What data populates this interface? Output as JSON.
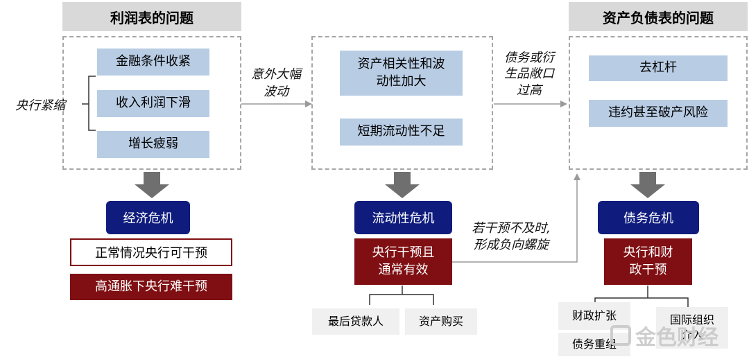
{
  "headers": {
    "income": "利润表的问题",
    "balance": "资产负债表的问题"
  },
  "income_box": {
    "items": [
      "金融条件收紧",
      "收入利润下滑",
      "增长疲弱"
    ],
    "side_label": "央行紧缩"
  },
  "arrow_labels": {
    "volatility": "意外大幅\n波动",
    "debt": "债务或衍\n生品敞口\n过高",
    "spiral": "若干预不及时,\n形成负向螺旋"
  },
  "middle_box": {
    "items": [
      "资产相关性和波\n动性加大",
      "短期流动性不足"
    ]
  },
  "balance_box": {
    "items": [
      "去杠杆",
      "违约甚至破产风险"
    ]
  },
  "crises": {
    "economic": {
      "title": "经济危机",
      "normal": "正常情况央行可干预",
      "inflation": "高通胀下央行难干预"
    },
    "liquidity": {
      "title": "流动性危机",
      "intervention": "央行干预且\n通常有效",
      "tools": [
        "最后贷款人",
        "资产购买"
      ]
    },
    "debt": {
      "title": "债务危机",
      "intervention": "央行和财\n政干预",
      "tools": [
        "财政扩张",
        "国际组织\n介入",
        "债务重组"
      ]
    }
  },
  "watermark": {
    "text": "金色财经",
    "icon": "gold-logo-icon"
  },
  "colors": {
    "navy": "#0f1c7d",
    "dark_red": "#7f0f12",
    "light_blue": "#b8cce4",
    "header_gray": "#d9d9d9",
    "arrow_gray": "#6f6f6f"
  }
}
